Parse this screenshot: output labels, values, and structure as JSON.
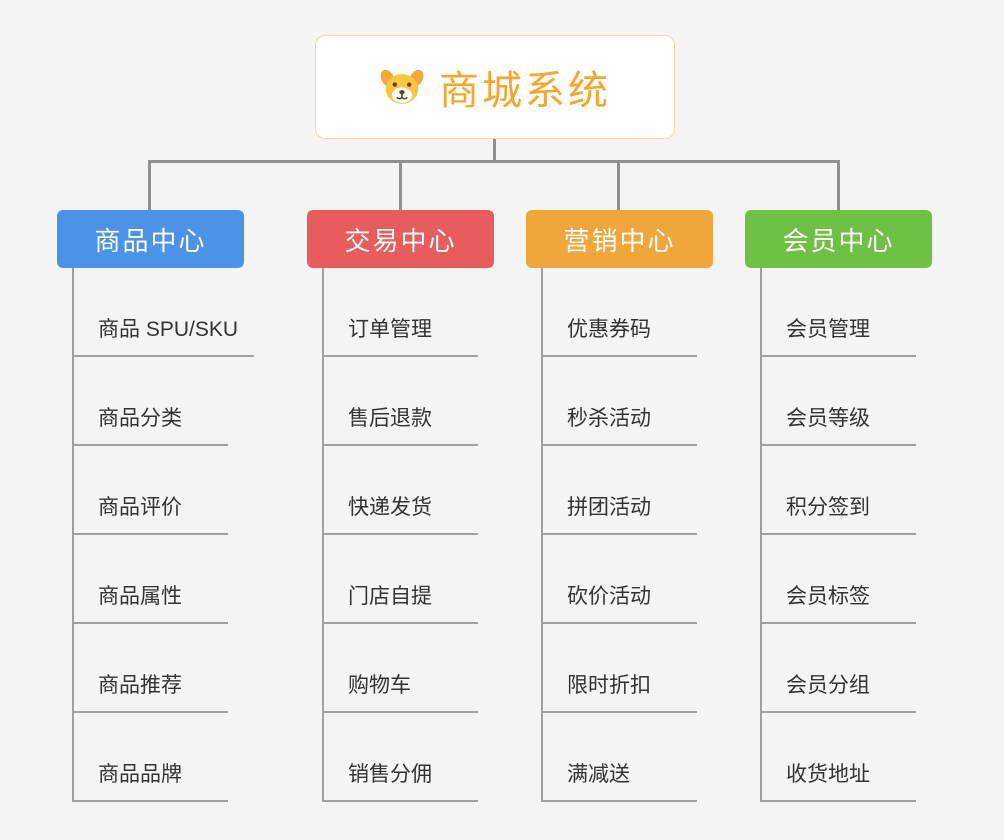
{
  "root": {
    "title": "商城系统",
    "icon": "dog-icon",
    "accent_color": "#F5A62B"
  },
  "connector_color": "#8F8F8F",
  "branches": [
    {
      "label": "商品中心",
      "color": "#4B93E8",
      "children": [
        "商品 SPU/SKU",
        "商品分类",
        "商品评价",
        "商品属性",
        "商品推荐",
        "商品品牌"
      ]
    },
    {
      "label": "交易中心",
      "color": "#E85C5C",
      "children": [
        "订单管理",
        "售后退款",
        "快递发货",
        "门店自提",
        "购物车",
        "销售分佣"
      ]
    },
    {
      "label": "营销中心",
      "color": "#F0A63A",
      "children": [
        "优惠券码",
        "秒杀活动",
        "拼团活动",
        "砍价活动",
        "限时折扣",
        "满减送"
      ]
    },
    {
      "label": "会员中心",
      "color": "#6FC146",
      "children": [
        "会员管理",
        "会员等级",
        "积分签到",
        "会员标签",
        "会员分组",
        "收货地址"
      ]
    }
  ]
}
